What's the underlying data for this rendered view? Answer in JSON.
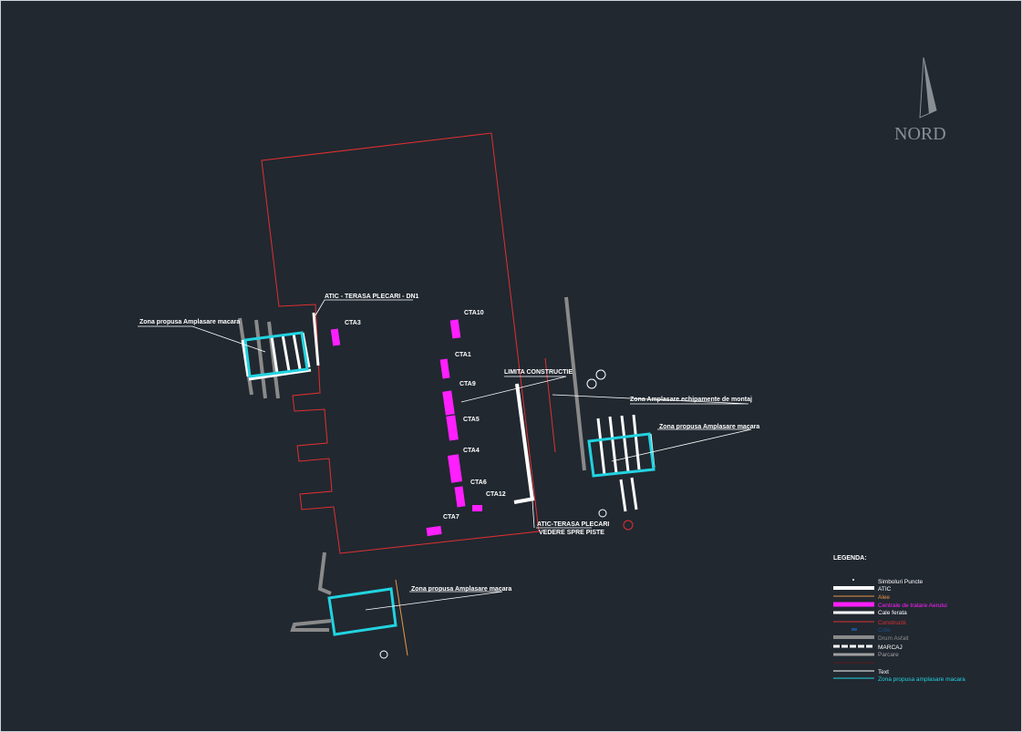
{
  "north": {
    "label": "NORD"
  },
  "labels": {
    "crane_left": "Zona propusa Amplasare macara",
    "crane_right": "Zona propusa Amplasare macara",
    "crane_bottom": "Zona propusa Amplasare macara",
    "atic_dn1": "ATIC - TERASA PLECARI - DN1",
    "limita": "LIMITA CONSTRUCTIE",
    "echipamente": "Zona Amplasare echipamente de montaj",
    "atic_terasa": "ATIC-TERASA PLECARI",
    "vedere": "VEDERE SPRE PISTE"
  },
  "cta": [
    "CTA3",
    "CTA10",
    "CTA1",
    "CTA9",
    "CTA5",
    "CTA4",
    "CTA6",
    "CTA12",
    "CTA7"
  ],
  "legend": {
    "title": "LEGENDA:",
    "items": [
      {
        "label": "Simboluri Puncte",
        "color": "#ffffff"
      },
      {
        "label": "ATIC",
        "color": "#ffffff"
      },
      {
        "label": "Alee",
        "color": "#e8954a"
      },
      {
        "label": "Centrale de tratare Aerului",
        "color": "#ff1fff"
      },
      {
        "label": "Cale ferata",
        "color": "#ffffff"
      },
      {
        "label": "Constructii",
        "color": "#e03030"
      },
      {
        "label": "Cote",
        "color": "#1d4f8c"
      },
      {
        "label": "Drum Asfalt",
        "color": "#8a8a8a"
      },
      {
        "label": "MARCAJ",
        "color": "#ffffff"
      },
      {
        "label": "Parcare",
        "color": "#a0a0a0"
      },
      {
        "label": "Text",
        "color": "#ffffff"
      },
      {
        "label": "Zona propusa amplasare macara",
        "color": "#22d3e0"
      }
    ]
  }
}
